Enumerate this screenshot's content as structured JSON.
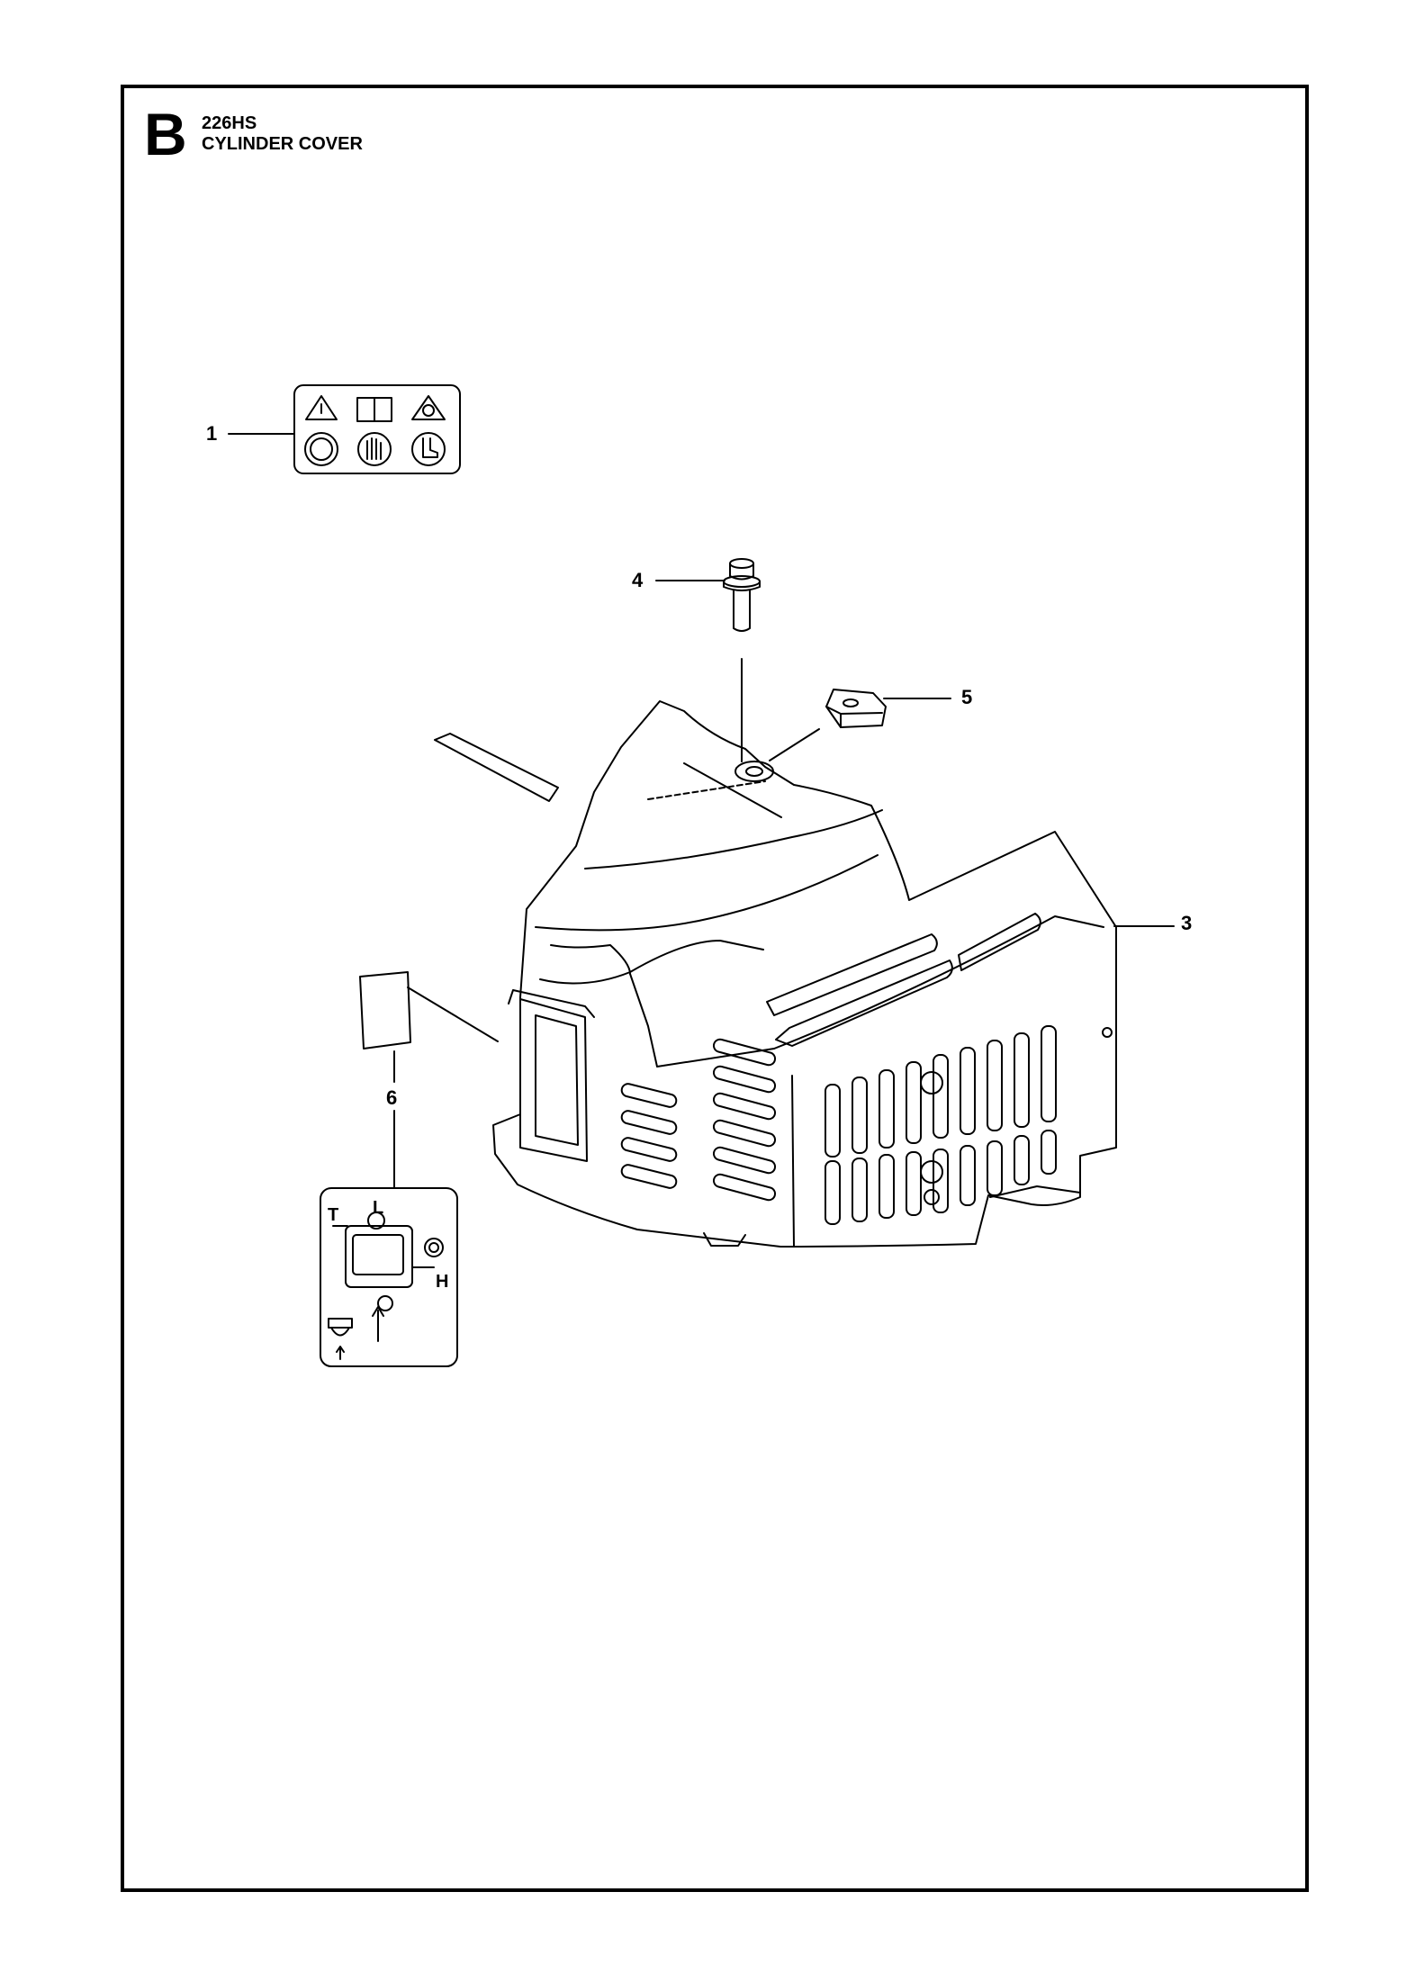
{
  "header": {
    "section_letter": "B",
    "model": "226HS",
    "title": "CYLINDER COVER"
  },
  "callouts": [
    {
      "number": "1",
      "part": "warning-decal"
    },
    {
      "number": "3",
      "part": "cylinder-cover"
    },
    {
      "number": "4",
      "part": "screw"
    },
    {
      "number": "5",
      "part": "rubber-plug"
    },
    {
      "number": "6",
      "part": "carburetor-decal"
    }
  ],
  "decal_letters": {
    "t": "T",
    "l": "L",
    "h": "H"
  },
  "colors": {
    "line": "#000000",
    "background": "#ffffff"
  }
}
